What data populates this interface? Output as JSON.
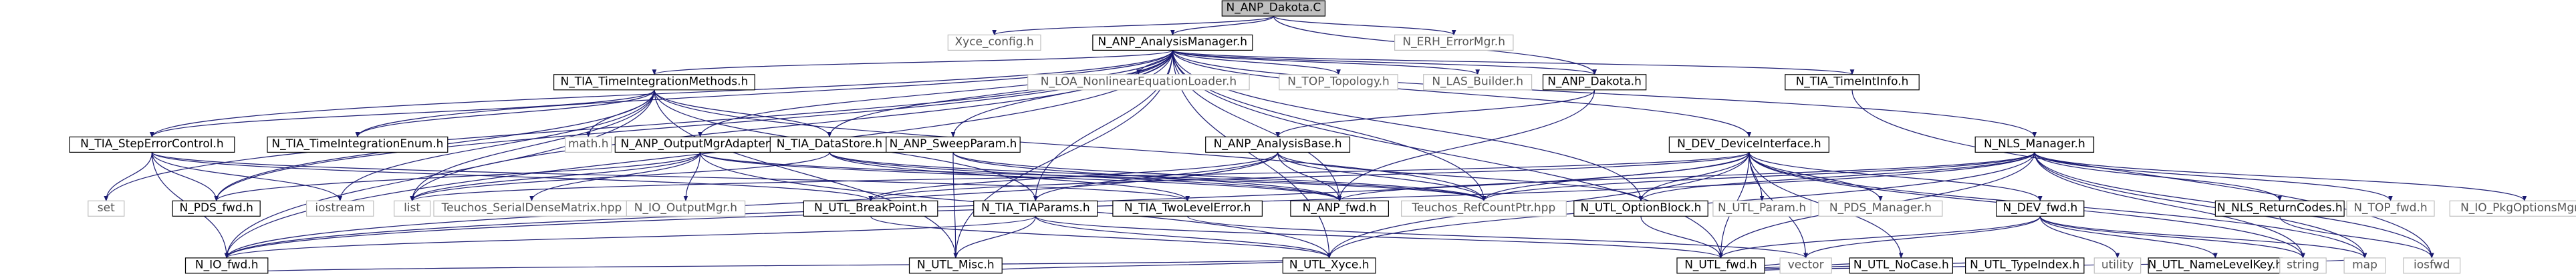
{
  "root_node": "N_ANP_Dakota.C",
  "nodes": [
    {
      "id": "root",
      "label": "N_ANP_Dakota.C",
      "kind": "root"
    },
    {
      "id": "xyce_config",
      "label": "Xyce_config.h",
      "kind": "external"
    },
    {
      "id": "analysis_manager",
      "label": "N_ANP_AnalysisManager.h",
      "kind": "documented"
    },
    {
      "id": "erh_errormgr",
      "label": "N_ERH_ErrorMgr.h",
      "kind": "external"
    },
    {
      "id": "tia_stepcontrol",
      "label": "N_TIA_StepErrorControl.h",
      "kind": "documented"
    },
    {
      "id": "tia_timeintegenum",
      "label": "N_TIA_TimeIntegrationEnum.h",
      "kind": "documented"
    },
    {
      "id": "tia_timeintegmethods",
      "label": "N_TIA_TimeIntegrationMethods.h",
      "kind": "documented"
    },
    {
      "id": "loa_nonlinear",
      "label": "N_LOA_NonlinearEquationLoader.h",
      "kind": "external"
    },
    {
      "id": "top_topology",
      "label": "N_TOP_Topology.h",
      "kind": "external"
    },
    {
      "id": "las_builder",
      "label": "N_LAS_Builder.h",
      "kind": "external"
    },
    {
      "id": "anp_dakota_h",
      "label": "N_ANP_Dakota.h",
      "kind": "documented"
    },
    {
      "id": "tia_timeintinfo",
      "label": "N_TIA_TimeIntInfo.h",
      "kind": "documented"
    },
    {
      "id": "math_h",
      "label": "math.h",
      "kind": "external"
    },
    {
      "id": "anp_outputmgradapter",
      "label": "N_ANP_OutputMgrAdapter.h",
      "kind": "documented"
    },
    {
      "id": "tia_datastore",
      "label": "N_TIA_DataStore.h",
      "kind": "documented"
    },
    {
      "id": "anp_sweepparam",
      "label": "N_ANP_SweepParam.h",
      "kind": "documented"
    },
    {
      "id": "anp_analysisbase",
      "label": "N_ANP_AnalysisBase.h",
      "kind": "documented"
    },
    {
      "id": "dev_deviceinterface",
      "label": "N_DEV_DeviceInterface.h",
      "kind": "documented"
    },
    {
      "id": "nls_manager",
      "label": "N_NLS_Manager.h",
      "kind": "documented"
    },
    {
      "id": "set",
      "label": "set",
      "kind": "external"
    },
    {
      "id": "pds_fwd",
      "label": "N_PDS_fwd.h",
      "kind": "documented"
    },
    {
      "id": "iostream",
      "label": "iostream",
      "kind": "external"
    },
    {
      "id": "list",
      "label": "list",
      "kind": "external"
    },
    {
      "id": "teuchos_serialdense",
      "label": "Teuchos_SerialDenseMatrix.hpp",
      "kind": "external"
    },
    {
      "id": "io_outputmgr",
      "label": "N_IO_OutputMgr.h",
      "kind": "external"
    },
    {
      "id": "utl_breakpoint",
      "label": "N_UTL_BreakPoint.h",
      "kind": "documented"
    },
    {
      "id": "tia_tiaparams",
      "label": "N_TIA_TIAParams.h",
      "kind": "documented"
    },
    {
      "id": "tia_twolevelerror",
      "label": "N_TIA_TwoLevelError.h",
      "kind": "documented"
    },
    {
      "id": "anp_fwd",
      "label": "N_ANP_fwd.h",
      "kind": "documented"
    },
    {
      "id": "teuchos_rcp",
      "label": "Teuchos_RefCountPtr.hpp",
      "kind": "external"
    },
    {
      "id": "utl_optionblock",
      "label": "N_UTL_OptionBlock.h",
      "kind": "documented"
    },
    {
      "id": "utl_param",
      "label": "N_UTL_Param.h",
      "kind": "external"
    },
    {
      "id": "pds_manager",
      "label": "N_PDS_Manager.h",
      "kind": "external"
    },
    {
      "id": "utl_fwd",
      "label": "N_UTL_fwd.h",
      "kind": "documented"
    },
    {
      "id": "dev_fwd",
      "label": "N_DEV_fwd.h",
      "kind": "documented"
    },
    {
      "id": "nls_returncodes",
      "label": "N_NLS_ReturnCodes.h",
      "kind": "documented"
    },
    {
      "id": "top_fwd",
      "label": "N_TOP_fwd.h",
      "kind": "external"
    },
    {
      "id": "io_pkgoptionsmgr",
      "label": "N_IO_PkgOptionsMgr.h",
      "kind": "external"
    },
    {
      "id": "io_fwd",
      "label": "N_IO_fwd.h",
      "kind": "documented"
    },
    {
      "id": "utl_misc",
      "label": "N_UTL_Misc.h",
      "kind": "documented"
    },
    {
      "id": "utl_xyce",
      "label": "N_UTL_Xyce.h",
      "kind": "documented"
    },
    {
      "id": "vector",
      "label": "vector",
      "kind": "external"
    },
    {
      "id": "utl_nocase",
      "label": "N_UTL_NoCase.h",
      "kind": "documented"
    },
    {
      "id": "utl_typeindex",
      "label": "N_UTL_TypeIndex.h",
      "kind": "documented"
    },
    {
      "id": "utility",
      "label": "utility",
      "kind": "external"
    },
    {
      "id": "utl_namelevelkey",
      "label": "N_UTL_NameLevelKey.h",
      "kind": "documented"
    },
    {
      "id": "string",
      "label": "string",
      "kind": "external"
    },
    {
      "id": "map",
      "label": "map",
      "kind": "external"
    },
    {
      "id": "iosfwd",
      "label": "iosfwd",
      "kind": "external"
    }
  ],
  "edges": [
    [
      "root",
      "xyce_config"
    ],
    [
      "root",
      "analysis_manager"
    ],
    [
      "root",
      "erh_errormgr"
    ],
    [
      "root",
      "anp_dakota_h"
    ],
    [
      "analysis_manager",
      "tia_stepcontrol"
    ],
    [
      "analysis_manager",
      "tia_timeintegenum"
    ],
    [
      "analysis_manager",
      "tia_timeintegmethods"
    ],
    [
      "analysis_manager",
      "loa_nonlinear"
    ],
    [
      "analysis_manager",
      "top_topology"
    ],
    [
      "analysis_manager",
      "las_builder"
    ],
    [
      "analysis_manager",
      "anp_dakota_h"
    ],
    [
      "analysis_manager",
      "tia_timeintinfo"
    ],
    [
      "analysis_manager",
      "anp_outputmgradapter"
    ],
    [
      "analysis_manager",
      "tia_datastore"
    ],
    [
      "analysis_manager",
      "anp_sweepparam"
    ],
    [
      "analysis_manager",
      "dev_deviceinterface"
    ],
    [
      "analysis_manager",
      "nls_manager"
    ],
    [
      "analysis_manager",
      "tia_tiaparams"
    ],
    [
      "analysis_manager",
      "anp_fwd"
    ],
    [
      "analysis_manager",
      "utl_optionblock"
    ],
    [
      "analysis_manager",
      "utl_fwd"
    ],
    [
      "analysis_manager",
      "io_fwd"
    ],
    [
      "analysis_manager",
      "utl_misc"
    ],
    [
      "analysis_manager",
      "utl_xyce"
    ],
    [
      "analysis_manager",
      "list"
    ],
    [
      "analysis_manager",
      "teuchos_rcp"
    ],
    [
      "analysis_manager",
      "set"
    ],
    [
      "analysis_manager",
      "pds_fwd"
    ],
    [
      "tia_stepcontrol",
      "set"
    ],
    [
      "tia_stepcontrol",
      "pds_fwd"
    ],
    [
      "tia_stepcontrol",
      "iostream"
    ],
    [
      "tia_stepcontrol",
      "io_fwd"
    ],
    [
      "tia_stepcontrol",
      "tia_twolevelerror"
    ],
    [
      "tia_stepcontrol",
      "utl_breakpoint"
    ],
    [
      "tia_timeintegmethods",
      "math_h"
    ],
    [
      "tia_timeintegmethods",
      "tia_datastore"
    ],
    [
      "tia_timeintegmethods",
      "pds_fwd"
    ],
    [
      "tia_timeintegmethods",
      "iostream"
    ],
    [
      "tia_timeintegmethods",
      "list"
    ],
    [
      "tia_timeintegmethods",
      "tia_tiaparams"
    ],
    [
      "tia_timeintegmethods",
      "teuchos_rcp"
    ],
    [
      "tia_timeintegmethods",
      "io_fwd"
    ],
    [
      "tia_timeintegmethods",
      "utl_misc"
    ],
    [
      "tia_timeintegmethods",
      "tia_stepcontrol"
    ],
    [
      "tia_timeintegmethods",
      "tia_timeintegenum"
    ],
    [
      "anp_dakota_h",
      "anp_analysisbase"
    ],
    [
      "anp_dakota_h",
      "anp_fwd"
    ],
    [
      "anp_outputmgradapter",
      "teuchos_serialdense"
    ],
    [
      "anp_outputmgradapter",
      "io_outputmgr"
    ],
    [
      "anp_outputmgradapter",
      "list"
    ],
    [
      "anp_outputmgradapter",
      "teuchos_rcp"
    ],
    [
      "anp_outputmgradapter",
      "anp_fwd"
    ],
    [
      "anp_outputmgradapter",
      "pds_fwd"
    ],
    [
      "anp_outputmgradapter",
      "utl_xyce"
    ],
    [
      "tia_datastore",
      "list"
    ],
    [
      "tia_datastore",
      "teuchos_rcp"
    ],
    [
      "tia_datastore",
      "tia_twolevelerror"
    ],
    [
      "tia_datastore",
      "anp_fwd"
    ],
    [
      "anp_sweepparam",
      "anp_fwd"
    ],
    [
      "anp_sweepparam",
      "utl_misc"
    ],
    [
      "anp_sweepparam",
      "teuchos_rcp"
    ],
    [
      "anp_analysisbase",
      "anp_fwd"
    ],
    [
      "anp_analysisbase",
      "teuchos_rcp"
    ],
    [
      "anp_analysisbase",
      "utl_optionblock"
    ],
    [
      "anp_analysisbase",
      "tia_tiaparams"
    ],
    [
      "anp_analysisbase",
      "utl_breakpoint"
    ],
    [
      "anp_analysisbase",
      "io_fwd"
    ],
    [
      "dev_deviceinterface",
      "utl_param"
    ],
    [
      "dev_deviceinterface",
      "pds_manager"
    ],
    [
      "dev_deviceinterface",
      "dev_fwd"
    ],
    [
      "dev_deviceinterface",
      "utl_breakpoint"
    ],
    [
      "dev_deviceinterface",
      "utl_optionblock"
    ],
    [
      "dev_deviceinterface",
      "teuchos_rcp"
    ],
    [
      "dev_deviceinterface",
      "vector"
    ],
    [
      "dev_deviceinterface",
      "string"
    ],
    [
      "dev_deviceinterface",
      "map"
    ],
    [
      "dev_deviceinterface",
      "list"
    ],
    [
      "dev_deviceinterface",
      "utl_fwd"
    ],
    [
      "dev_deviceinterface",
      "io_fwd"
    ],
    [
      "dev_deviceinterface",
      "utl_xyce"
    ],
    [
      "dev_deviceinterface",
      "utl_nocase"
    ],
    [
      "nls_manager",
      "nls_returncodes"
    ],
    [
      "nls_manager",
      "top_fwd"
    ],
    [
      "nls_manager",
      "io_pkgoptionsmgr"
    ],
    [
      "nls_manager",
      "teuchos_rcp"
    ],
    [
      "nls_manager",
      "utl_optionblock"
    ],
    [
      "nls_manager",
      "anp_fwd"
    ],
    [
      "nls_manager",
      "iosfwd"
    ],
    [
      "nls_manager",
      "map"
    ],
    [
      "nls_manager",
      "string"
    ],
    [
      "nls_manager",
      "utl_xyce"
    ],
    [
      "nls_manager",
      "io_fwd"
    ],
    [
      "nls_manager",
      "utl_fwd"
    ],
    [
      "tia_tiaparams",
      "io_fwd"
    ],
    [
      "tia_tiaparams",
      "utl_misc"
    ],
    [
      "tia_tiaparams",
      "utl_xyce"
    ],
    [
      "tia_tiaparams",
      "utl_fwd"
    ],
    [
      "tia_twolevelerror",
      "vector"
    ],
    [
      "dev_fwd",
      "utility"
    ],
    [
      "dev_fwd",
      "utl_namelevelkey"
    ],
    [
      "dev_fwd",
      "string"
    ],
    [
      "dev_fwd",
      "map"
    ],
    [
      "dev_fwd",
      "vector"
    ],
    [
      "dev_fwd",
      "utl_fwd"
    ],
    [
      "nls_returncodes",
      "iosfwd"
    ],
    [
      "utl_fwd",
      "vector"
    ],
    [
      "utl_fwd",
      "utl_nocase"
    ],
    [
      "utl_fwd",
      "utl_typeindex"
    ],
    [
      "utl_fwd",
      "map"
    ],
    [
      "utl_optionblock",
      "utl_fwd"
    ],
    [
      "tia_timeintinfo",
      "iosfwd"
    ],
    [
      "utl_breakpoint",
      "utl_xyce"
    ],
    [
      "utl_misc",
      "utl_xyce"
    ],
    [
      "io_fwd",
      "utl_xyce"
    ]
  ]
}
